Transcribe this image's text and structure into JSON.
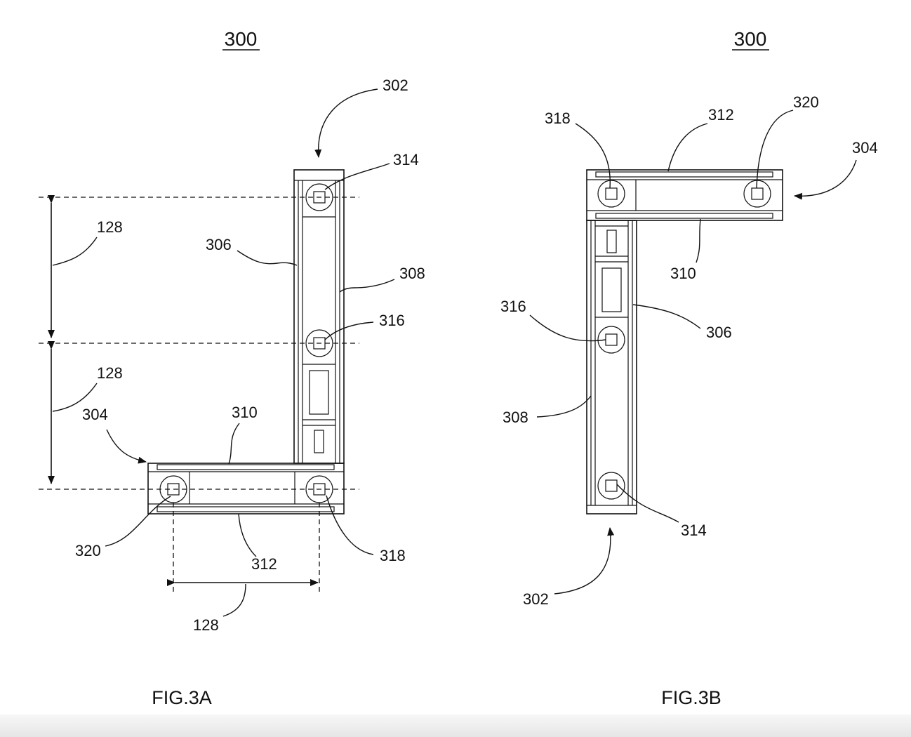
{
  "fig3a": {
    "ref": "300",
    "caption": "FIG.3A",
    "labels": {
      "l302": "302",
      "l314": "314",
      "l306": "306",
      "l308": "308",
      "l316": "316",
      "l128a": "128",
      "l128b": "128",
      "l304": "304",
      "l310": "310",
      "l320": "320",
      "l312": "312",
      "l318": "318",
      "l128c": "128"
    }
  },
  "fig3b": {
    "ref": "300",
    "caption": "FIG.3B",
    "labels": {
      "l318": "318",
      "l312": "312",
      "l320": "320",
      "l304": "304",
      "l310": "310",
      "l316": "316",
      "l306": "306",
      "l308": "308",
      "l314": "314",
      "l302": "302"
    }
  }
}
